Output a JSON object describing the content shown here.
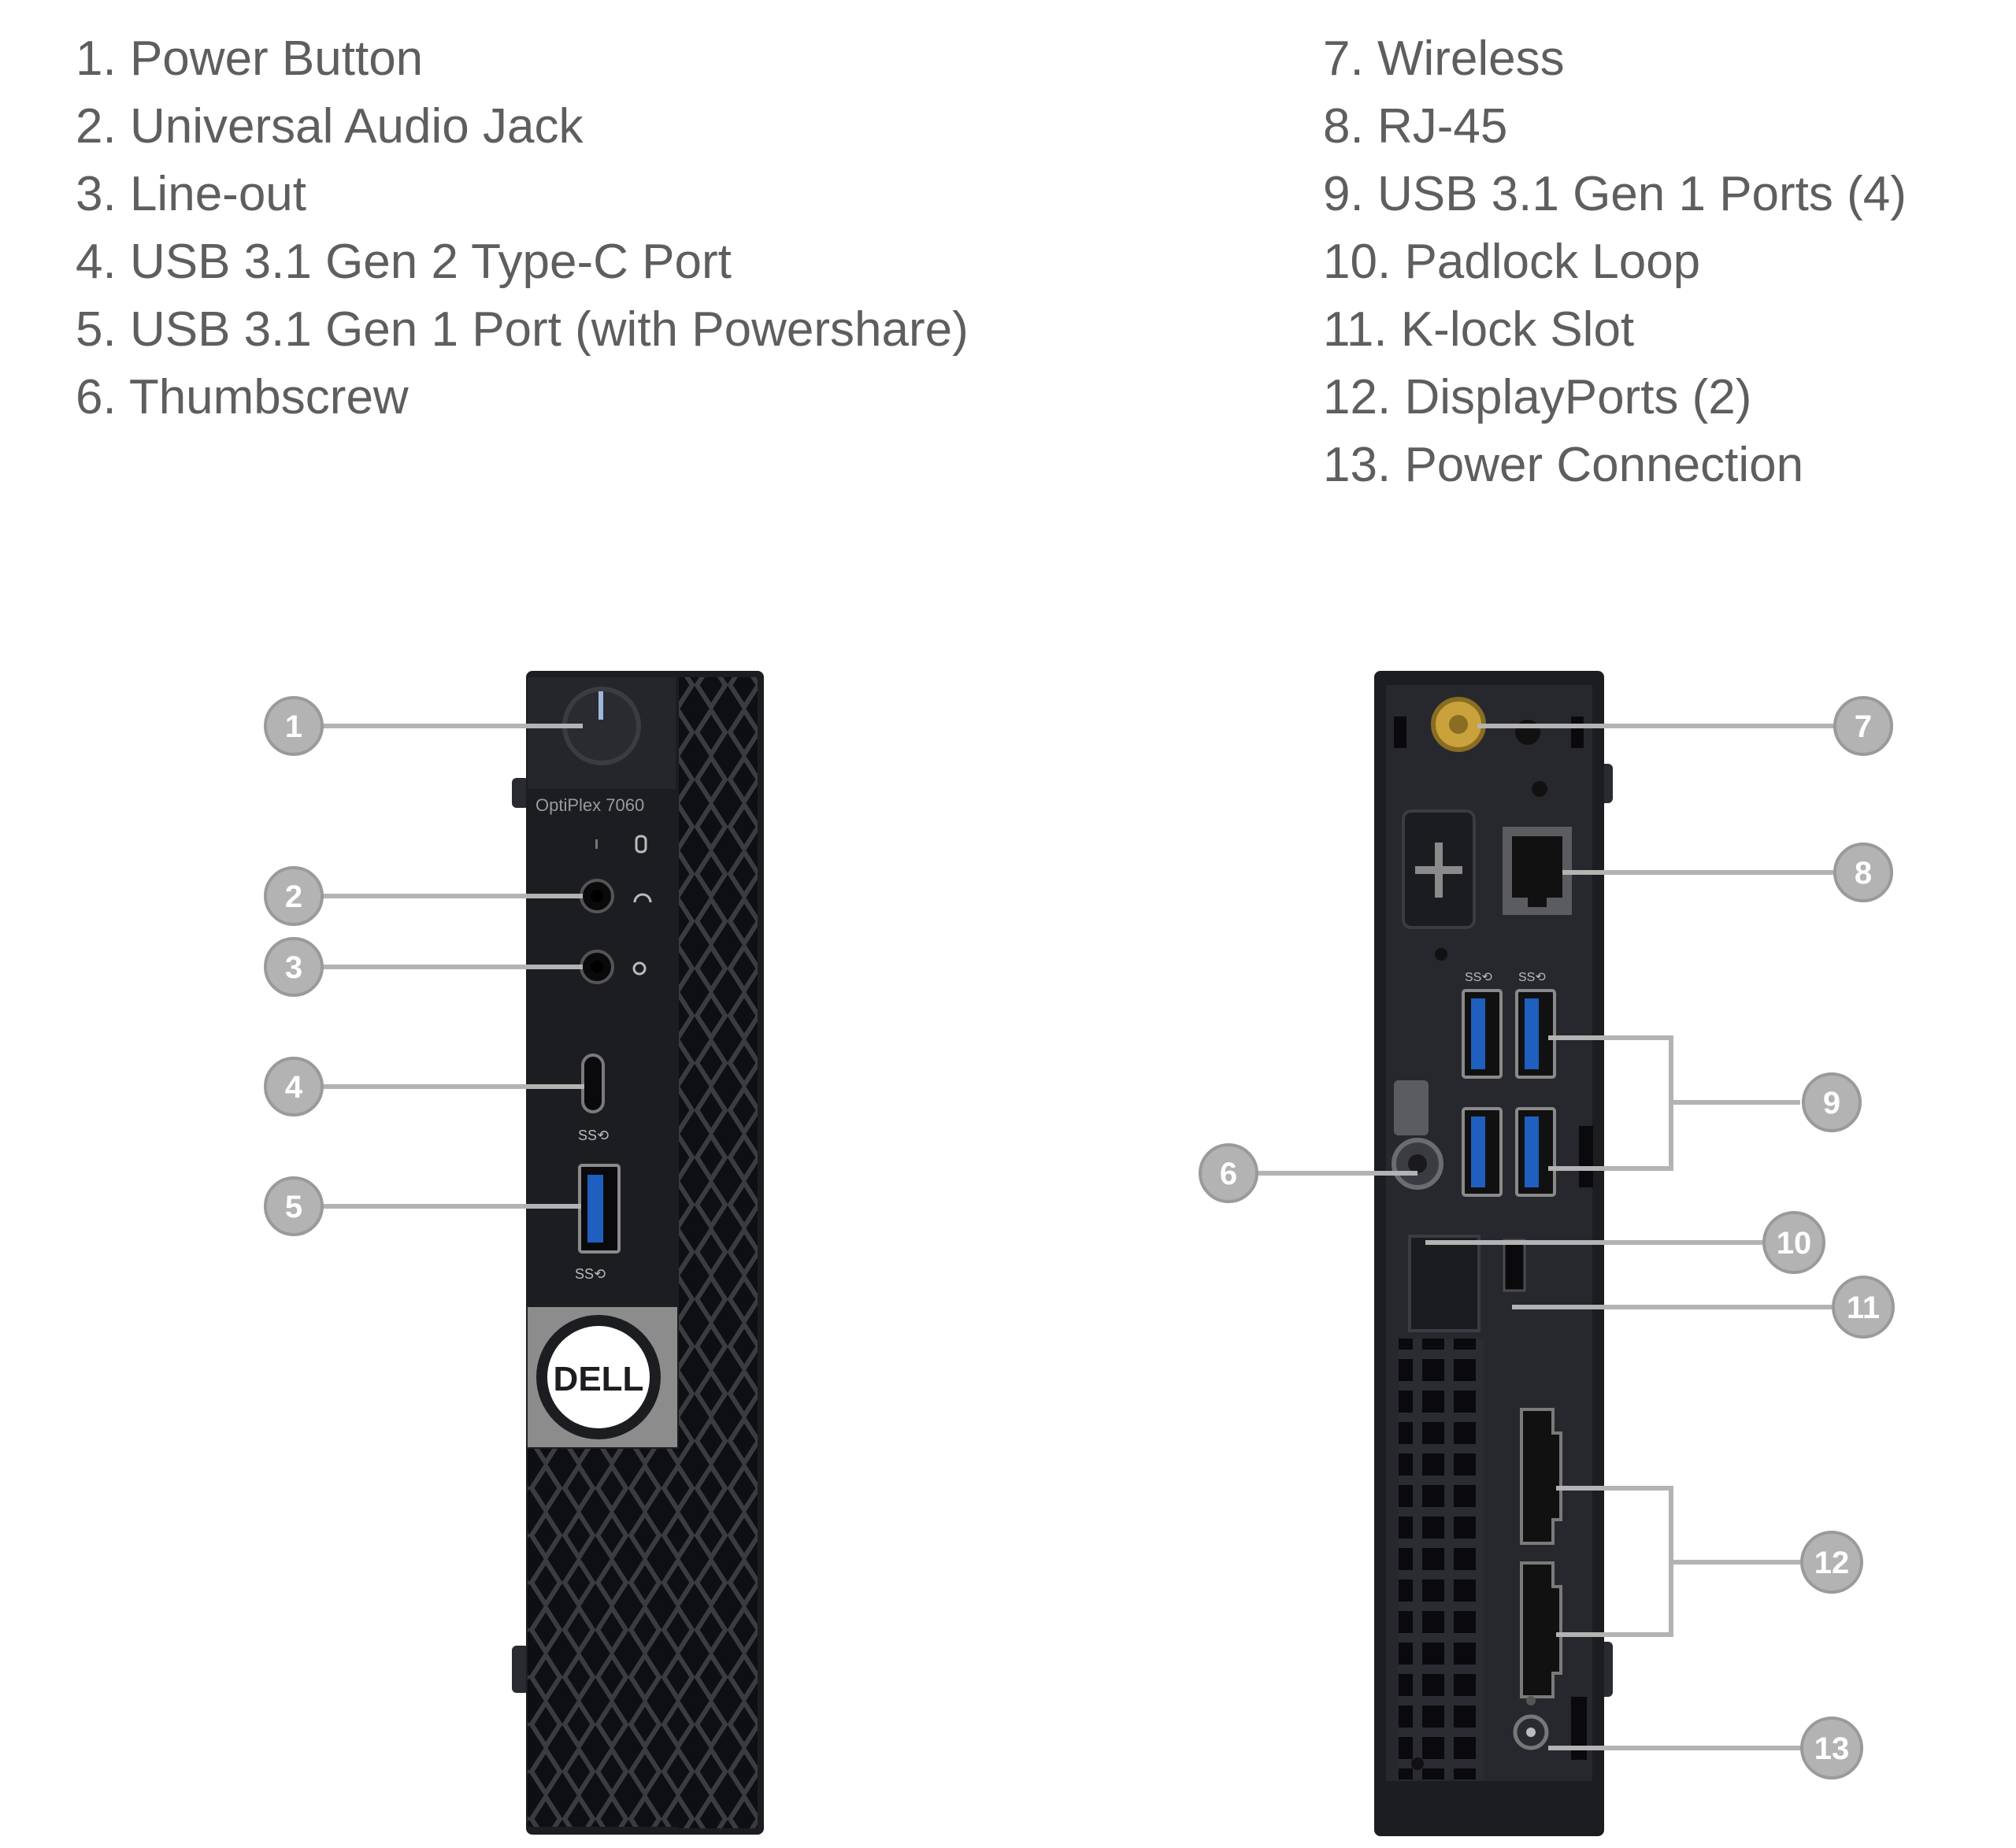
{
  "legend": {
    "left": [
      {
        "num": "1.",
        "label": "Power Button"
      },
      {
        "num": "2.",
        "label": "Universal Audio Jack"
      },
      {
        "num": "3.",
        "label": "Line-out"
      },
      {
        "num": "4.",
        "label": "USB 3.1 Gen 2 Type-C Port"
      },
      {
        "num": "5.",
        "label": "USB 3.1 Gen 1 Port (with Powershare)"
      },
      {
        "num": "6.",
        "label": "Thumbscrew"
      }
    ],
    "right": [
      {
        "num": "7.",
        "label": "Wireless"
      },
      {
        "num": "8.",
        "label": "RJ-45"
      },
      {
        "num": "9.",
        "label": "USB 3.1 Gen 1 Ports (4)"
      },
      {
        "num": "10.",
        "label": "Padlock Loop"
      },
      {
        "num": "11.",
        "label": "K-lock Slot"
      },
      {
        "num": "12.",
        "label": "DisplayPorts (2)"
      },
      {
        "num": "13.",
        "label": "Power Connection"
      }
    ]
  },
  "front_panel": {
    "model_text": "OptiPlex 7060",
    "usb_c_logo_text": "SS⟲",
    "usb_a_logo_text": "SS⟲",
    "brand_logo_text": "DELL"
  },
  "rear_panel": {
    "usb_logo_text": "SS⟲"
  },
  "callouts": [
    "1",
    "2",
    "3",
    "4",
    "5",
    "6",
    "7",
    "8",
    "9",
    "10",
    "11",
    "12",
    "13"
  ],
  "colors": {
    "legend_text": "#5e5e5e",
    "callout_fill": "#b3b3b3",
    "leader_line": "#b3b3b3",
    "chassis": "#1c1d21",
    "usb_blue": "#1f5fbf",
    "antenna_gold": "#c9a23c",
    "bezel_gray": "#8c8c8c"
  }
}
